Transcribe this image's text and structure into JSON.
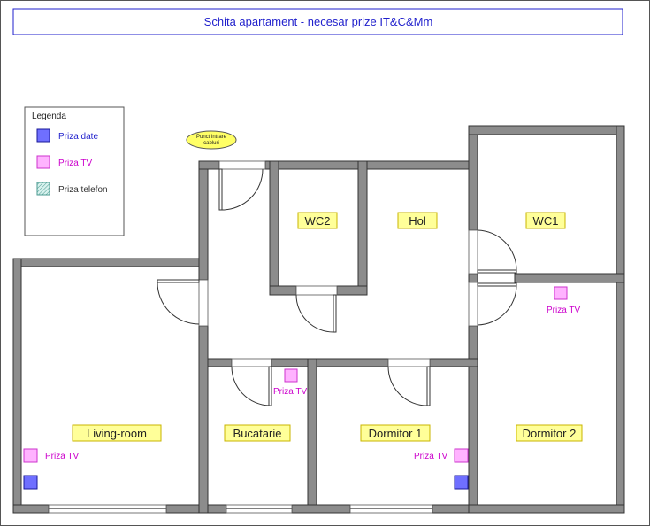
{
  "title": "Schita apartament - necesar prize IT&C&Mm",
  "legend": {
    "title": "Legenda",
    "items": {
      "data": "Priza date",
      "tv": "Priza TV",
      "telephone": "Priza telefon"
    }
  },
  "entry_point": {
    "line1": "Punct intrare",
    "line2": "cabluri"
  },
  "rooms": {
    "wc2": "WC2",
    "hol": "Hol",
    "wc1": "WC1",
    "living": "Living-room",
    "bucatarie": "Bucatarie",
    "dormitor1": "Dormitor 1",
    "dormitor2": "Dormitor 2"
  },
  "outlet_labels": {
    "tv_dormitor2": "Priza TV",
    "tv_bucatarie": "Priza TV",
    "tv_living": "Priza TV",
    "tv_dormitor1": "Priza TV"
  },
  "colors": {
    "wall": "#8c8c8c",
    "room_label_bg": "#ffff99",
    "tv_outlet": "#ffb3ff",
    "data_outlet": "#6f6fff",
    "telephone_outlet": "#b8e6e0",
    "title_text": "#1f1fcc"
  }
}
